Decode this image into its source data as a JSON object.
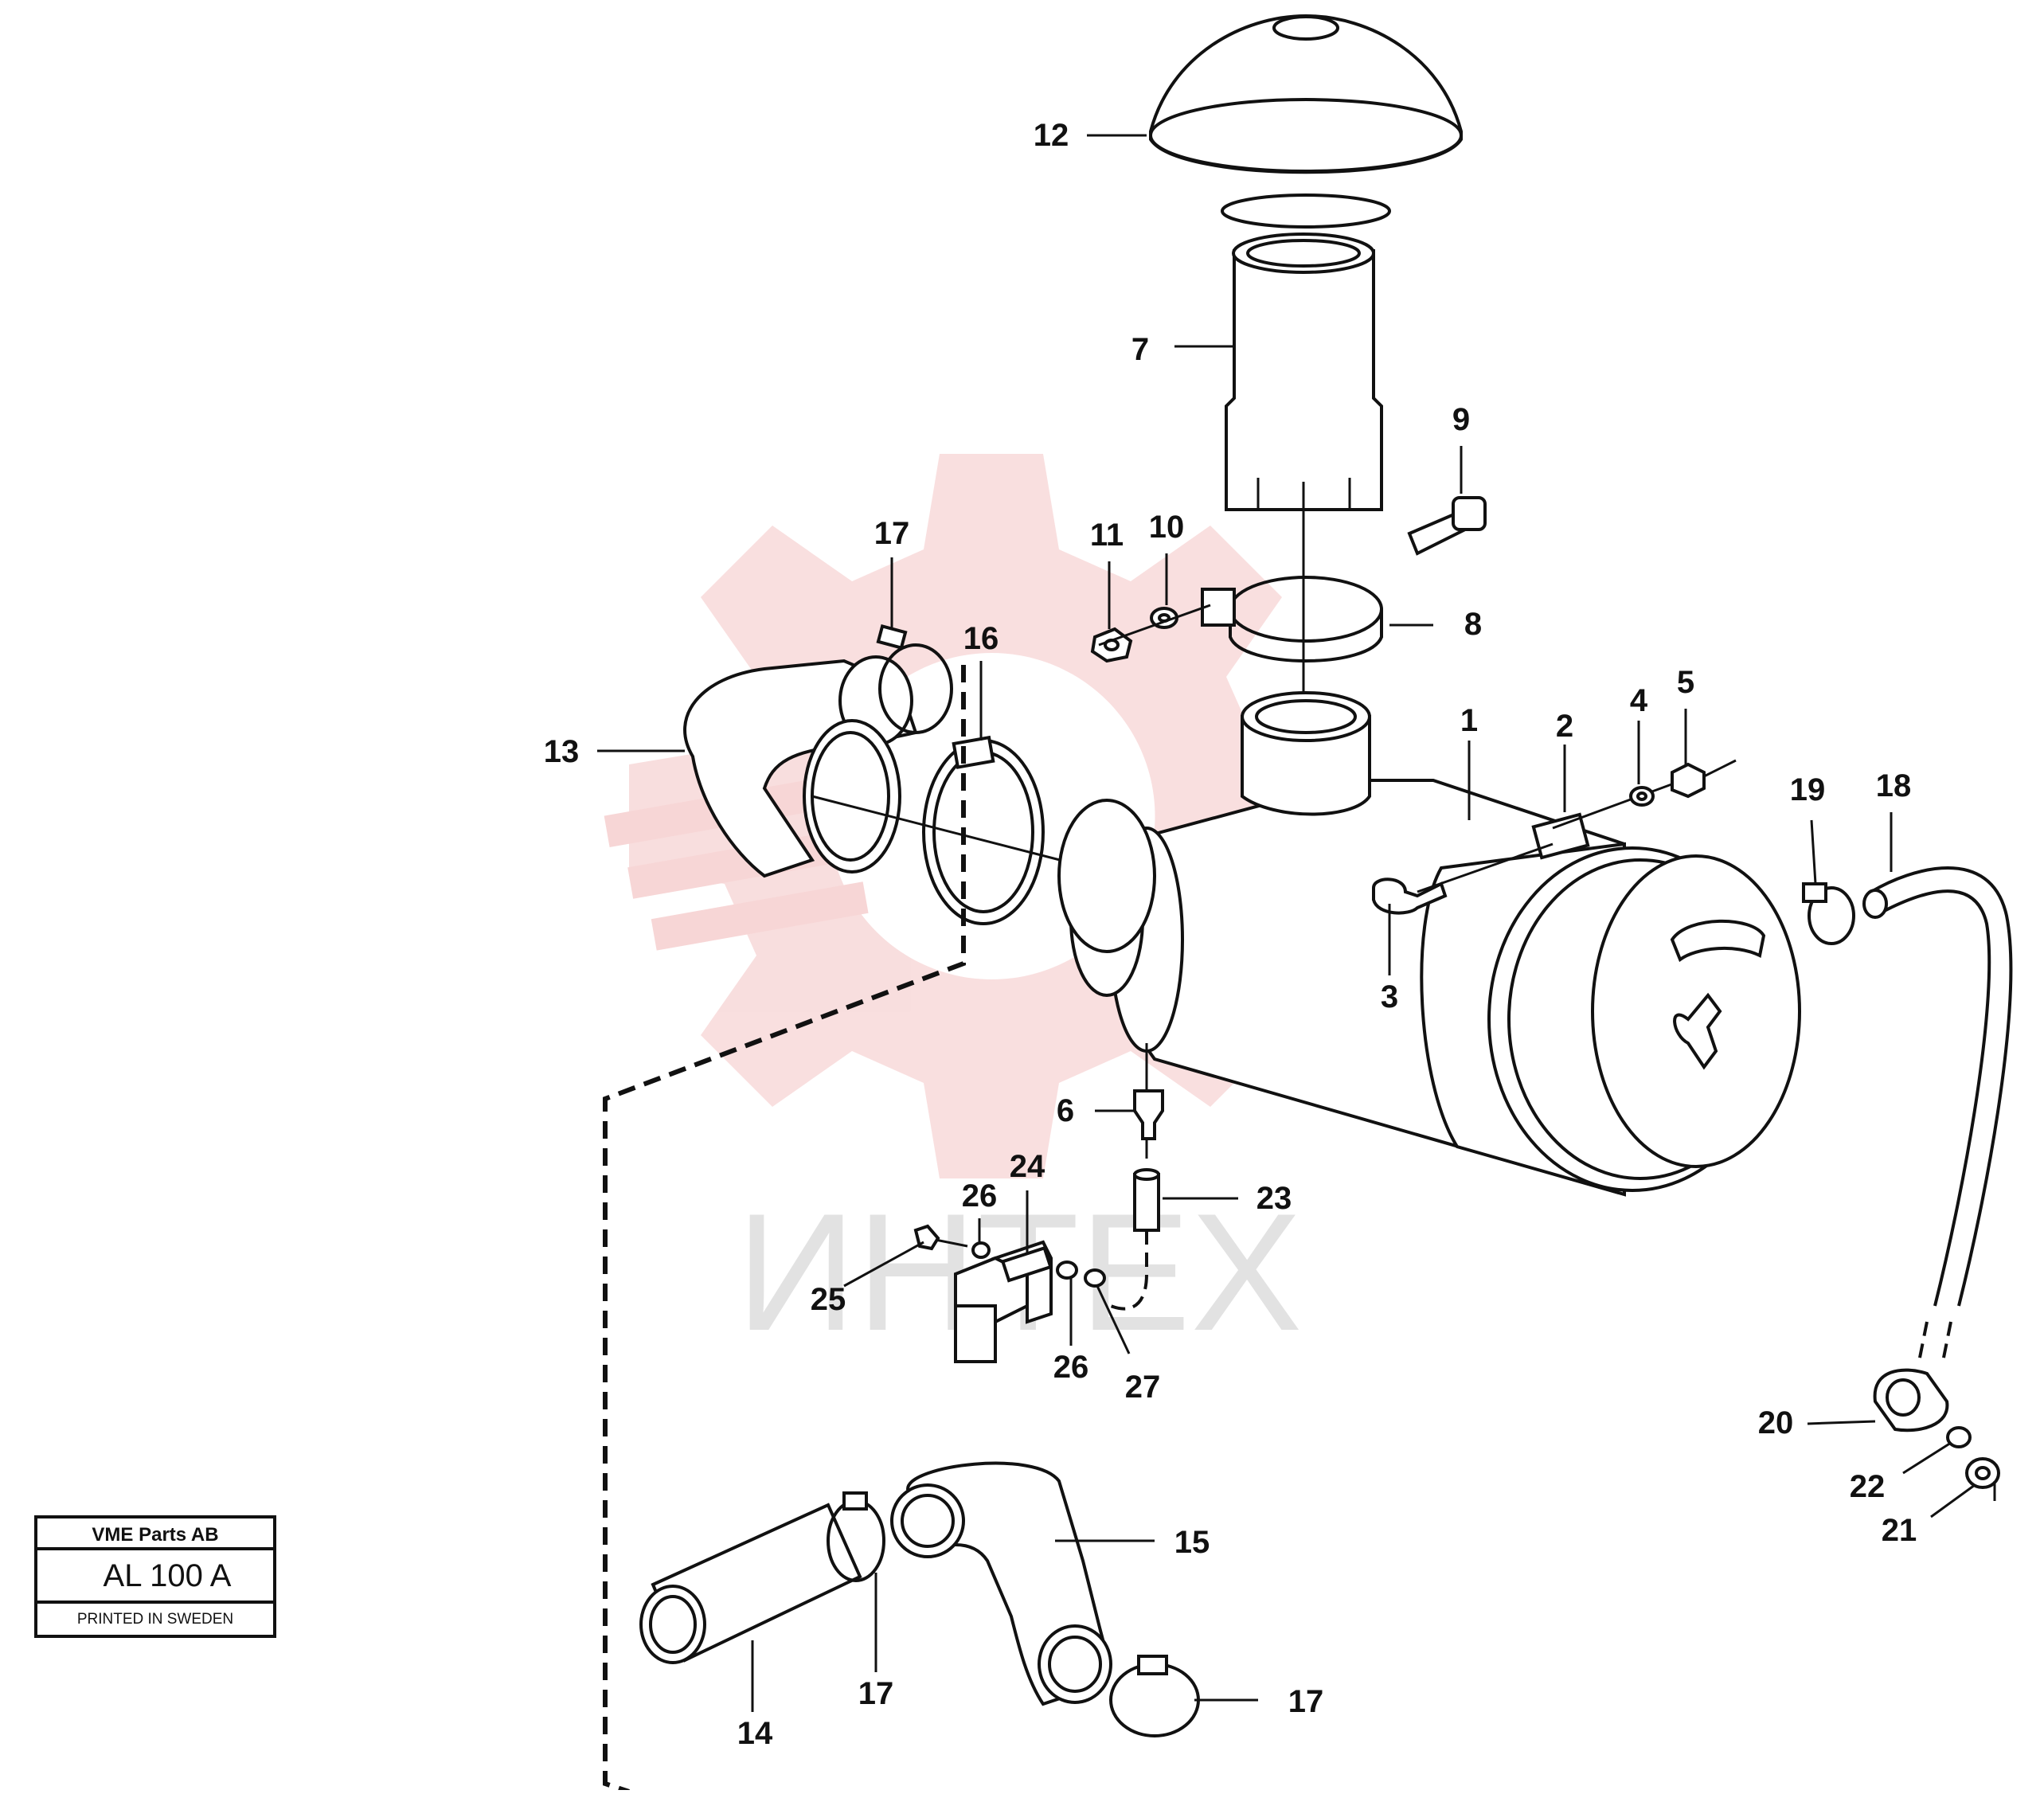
{
  "watermark": {
    "text": "ИНТЕХ",
    "gear_color": "#f4c4c4",
    "text_color": "#e2e2e2"
  },
  "stamp": {
    "company": "VME Parts AB",
    "code": "AL 100 A",
    "printed": "PRINTED IN SWEDEN"
  },
  "callouts": [
    {
      "id": "c1",
      "text": "1"
    },
    {
      "id": "c2",
      "text": "2"
    },
    {
      "id": "c3",
      "text": "3"
    },
    {
      "id": "c4",
      "text": "4"
    },
    {
      "id": "c5",
      "text": "5"
    },
    {
      "id": "c6",
      "text": "6"
    },
    {
      "id": "c7",
      "text": "7"
    },
    {
      "id": "c8",
      "text": "8"
    },
    {
      "id": "c9",
      "text": "9"
    },
    {
      "id": "c10",
      "text": "10"
    },
    {
      "id": "c11",
      "text": "11"
    },
    {
      "id": "c12",
      "text": "12"
    },
    {
      "id": "c13",
      "text": "13"
    },
    {
      "id": "c14",
      "text": "14"
    },
    {
      "id": "c15",
      "text": "15"
    },
    {
      "id": "c16",
      "text": "16"
    },
    {
      "id": "c17a",
      "text": "17"
    },
    {
      "id": "c17b",
      "text": "17"
    },
    {
      "id": "c17c",
      "text": "17"
    },
    {
      "id": "c18",
      "text": "18"
    },
    {
      "id": "c19",
      "text": "19"
    },
    {
      "id": "c20",
      "text": "20"
    },
    {
      "id": "c21",
      "text": "21"
    },
    {
      "id": "c22",
      "text": "22"
    },
    {
      "id": "c23",
      "text": "23"
    },
    {
      "id": "c24",
      "text": "24"
    },
    {
      "id": "c25",
      "text": "25"
    },
    {
      "id": "c26a",
      "text": "26"
    },
    {
      "id": "c26b",
      "text": "26"
    },
    {
      "id": "c27",
      "text": "27"
    }
  ]
}
